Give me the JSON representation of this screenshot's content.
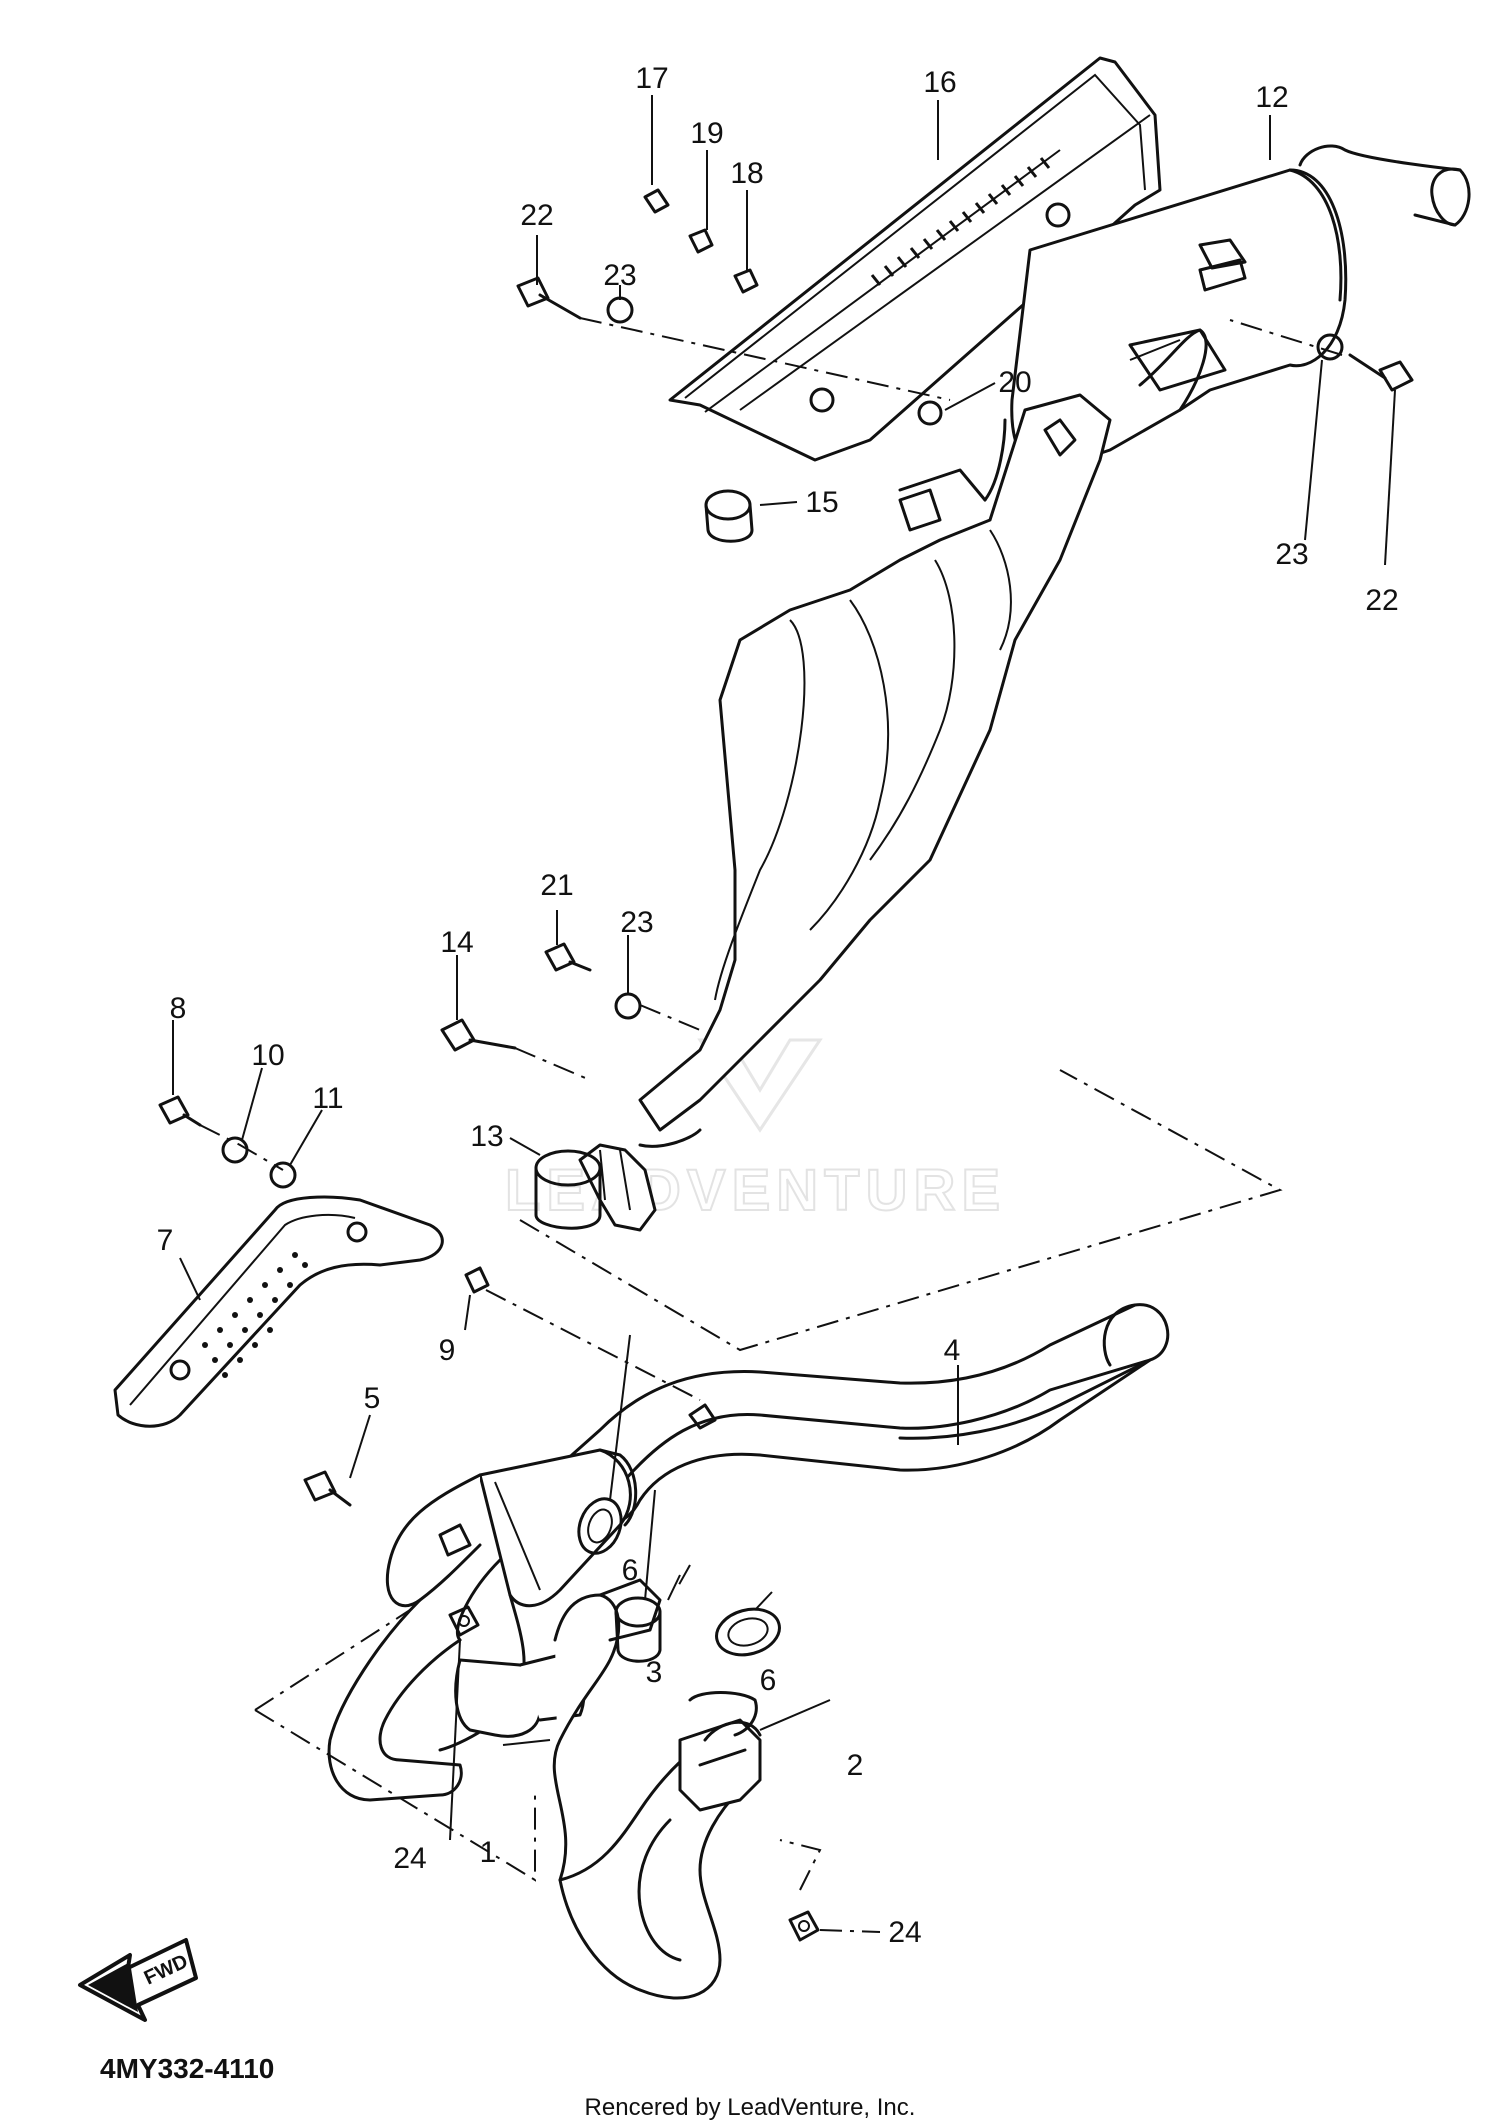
{
  "diagram": {
    "callouts": {
      "c1": "1",
      "c2": "2",
      "c3": "3",
      "c4": "4",
      "c5": "5",
      "c6a": "6",
      "c6b": "6",
      "c7": "7",
      "c8": "8",
      "c9": "9",
      "c10": "10",
      "c11": "11",
      "c12": "12",
      "c13": "13",
      "c14": "14",
      "c15": "15",
      "c16": "16",
      "c17": "17",
      "c18": "18",
      "c19": "19",
      "c20": "20",
      "c21": "21",
      "c22a": "22",
      "c22b": "22",
      "c23a": "23",
      "c23b": "23",
      "c23c": "23",
      "c24a": "24",
      "c24b": "24"
    },
    "fwd_arrow_label": "FWD",
    "diagram_code": "4MY332-4110",
    "watermark": "LEADVENTURE",
    "credit": "Rencered by LeadVenture, Inc."
  }
}
